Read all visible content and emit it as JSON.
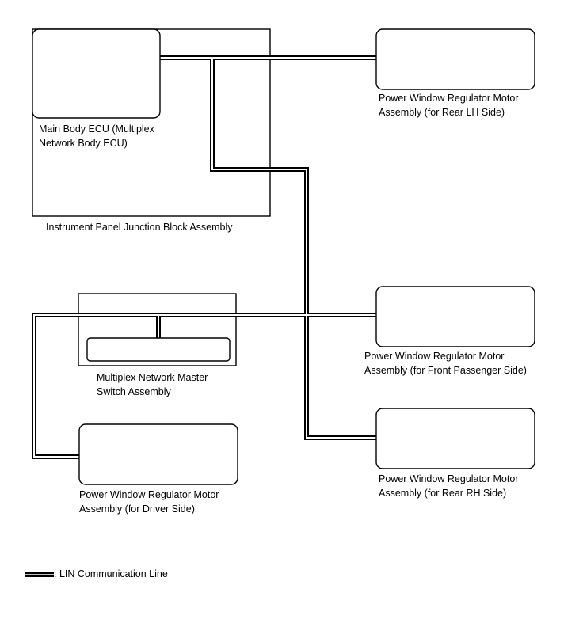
{
  "labels": {
    "main_body_ecu": [
      "Main Body ECU (Multiplex",
      "Network Body ECU)"
    ],
    "junction_block": "Instrument Panel Junction Block Assembly",
    "rear_lh": [
      "Power Window Regulator Motor",
      "Assembly (for Rear LH Side)"
    ],
    "front_passenger": [
      "Power Window Regulator Motor",
      "Assembly (for Front Passenger Side)"
    ],
    "master_switch": [
      "Multiplex Network Master",
      "Switch Assembly"
    ],
    "rear_rh": [
      "Power Window Regulator Motor",
      "Assembly (for Rear RH Side)"
    ],
    "driver": [
      "Power Window Regulator Motor",
      "Assembly (for Driver Side)"
    ]
  },
  "legend": {
    "text": ": LIN Communication Line"
  }
}
